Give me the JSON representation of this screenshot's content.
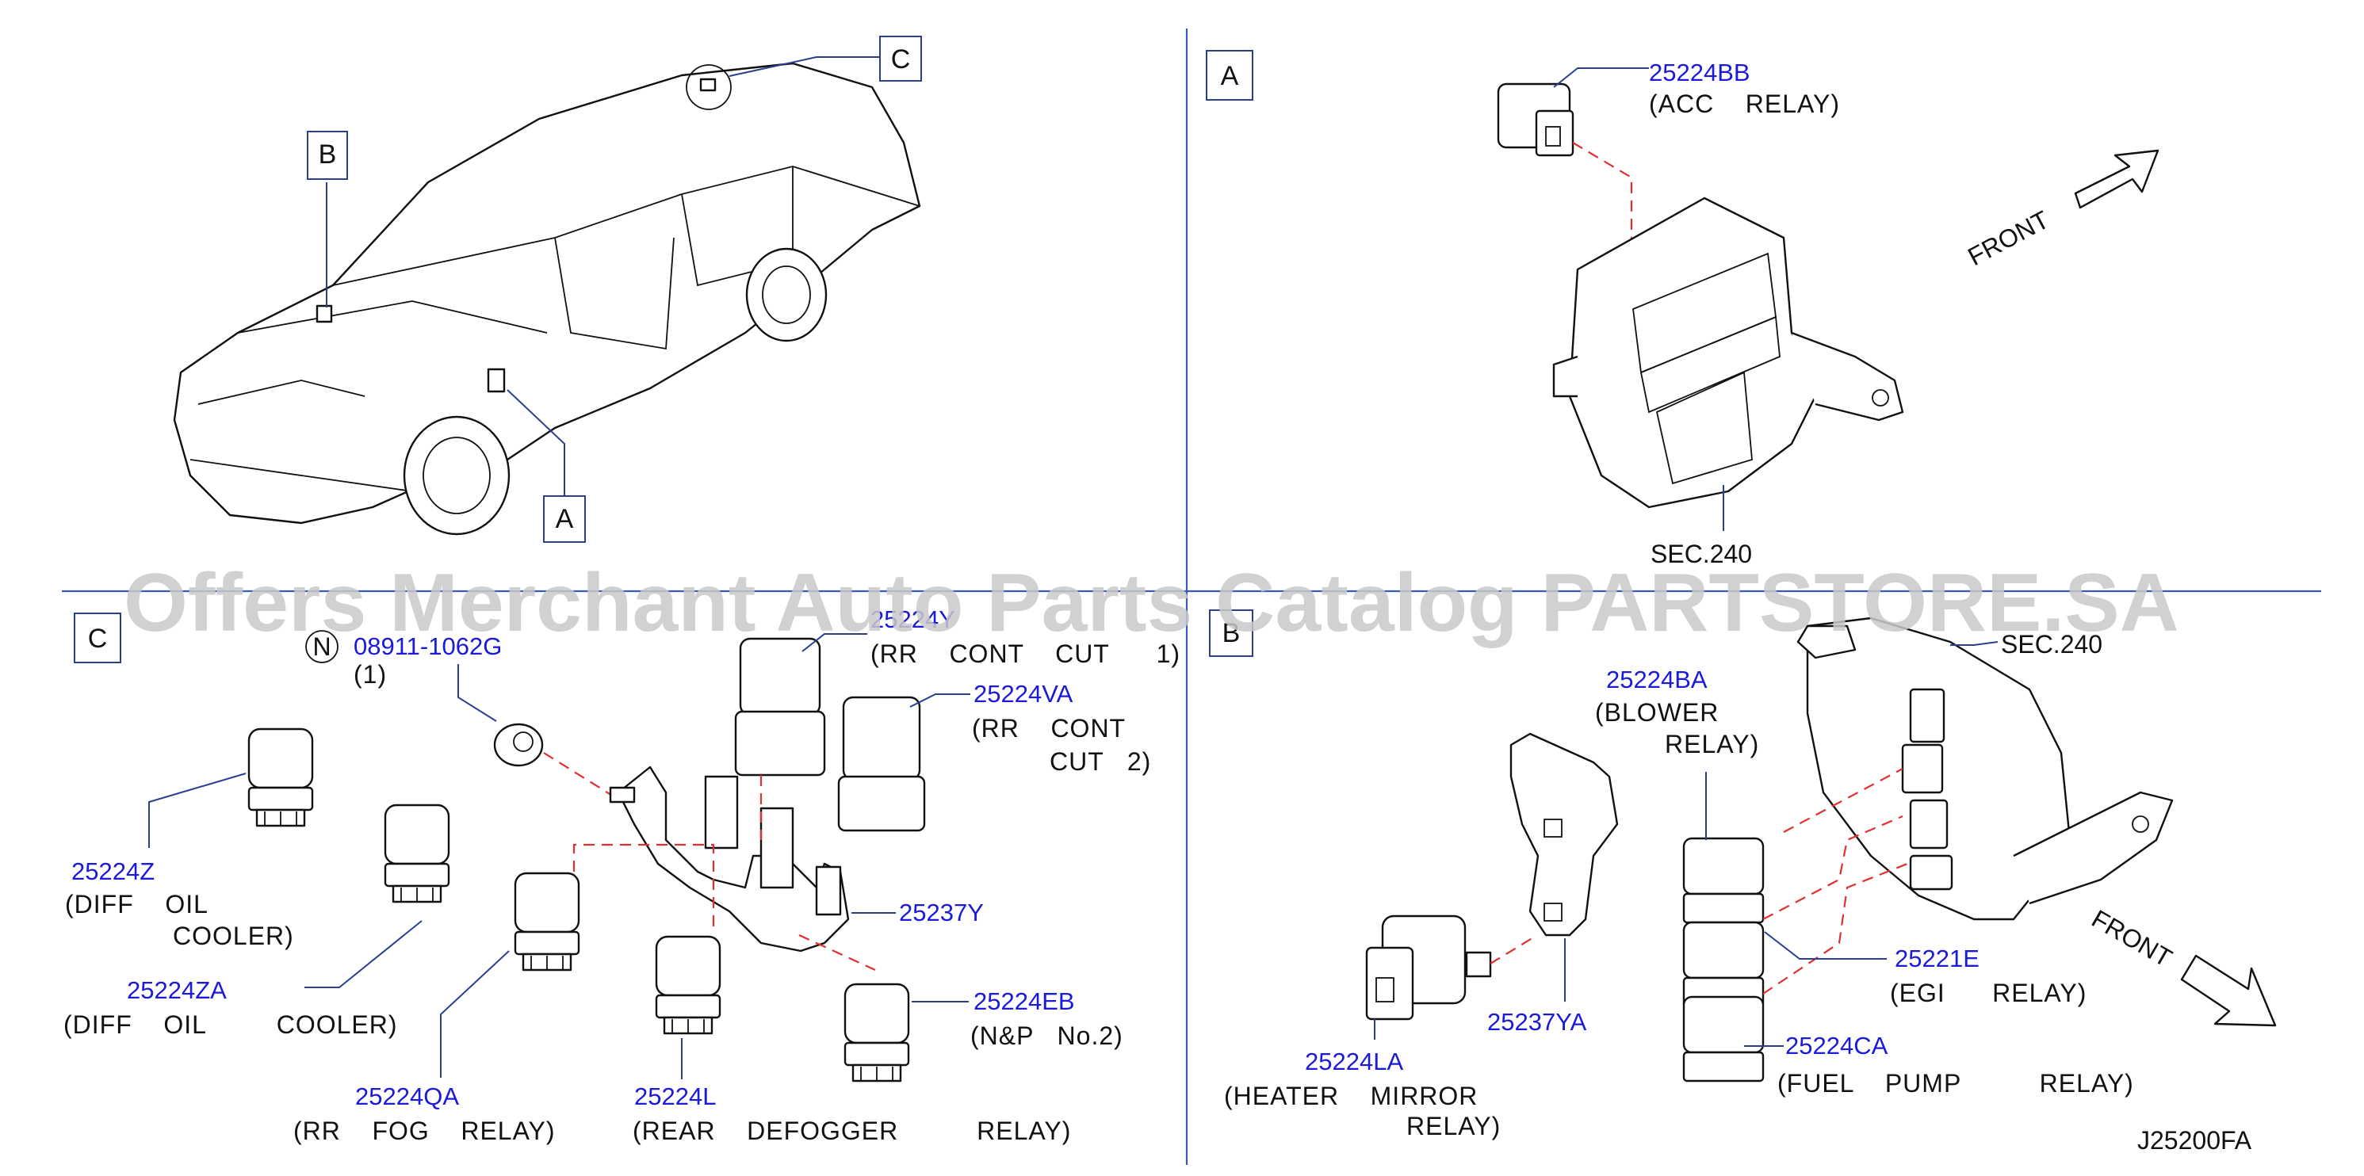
{
  "watermark": "Offers Merchant Auto Parts Catalog PARTSTORE.SA",
  "diagram_code": "J25200FA",
  "view_tags": {
    "A": "A",
    "B": "B",
    "C": "C"
  },
  "vehicle_tags": {
    "A": "A",
    "B": "B",
    "C": "C"
  },
  "note_symbol": "N",
  "direction_label": "FRONT",
  "section_ref": "SEC.240",
  "parts": {
    "p25224BB": {
      "number": "25224BB",
      "desc": [
        "(ACC    RELAY)"
      ]
    },
    "p08911": {
      "number": "08911-1062G",
      "desc": [
        "(1)"
      ]
    },
    "p25224Y": {
      "number": "25224Y",
      "desc": [
        "(RR    CONT    CUT      1)"
      ]
    },
    "p25224VA": {
      "number": "25224VA",
      "desc": [
        "(RR    CONT",
        "CUT   2)"
      ]
    },
    "p25224Z": {
      "number": "25224Z",
      "desc": [
        "(DIFF    OIL",
        "COOLER)"
      ]
    },
    "p25224ZA": {
      "number": "25224ZA",
      "desc": [
        "(DIFF    OIL         COOLER)"
      ]
    },
    "p25237Y": {
      "number": "25237Y",
      "desc": []
    },
    "p25224EB": {
      "number": "25224EB",
      "desc": [
        "(N&P   No.2)"
      ]
    },
    "p25224QA": {
      "number": "25224QA",
      "desc": [
        "(RR    FOG    RELAY)"
      ]
    },
    "p25224L": {
      "number": "25224L",
      "desc": [
        "(REAR    DEFOGGER          RELAY)"
      ]
    },
    "p25224BA": {
      "number": "25224BA",
      "desc": [
        "(BLOWER",
        "RELAY)"
      ]
    },
    "p25221E": {
      "number": "25221E",
      "desc": [
        "(EGI      RELAY)"
      ]
    },
    "p25224CA": {
      "number": "25224CA",
      "desc": [
        "(FUEL    PUMP          RELAY)"
      ]
    },
    "p25237YA": {
      "number": "25237YA",
      "desc": []
    },
    "p25224LA": {
      "number": "25224LA",
      "desc": [
        "(HEATER    MIRROR",
        "RELAY)"
      ]
    }
  },
  "colors": {
    "part_number": "#1a1ad8",
    "leader": "#2a3f8f",
    "dashed_link": "#e03030",
    "divider": "#3a5ab8"
  }
}
